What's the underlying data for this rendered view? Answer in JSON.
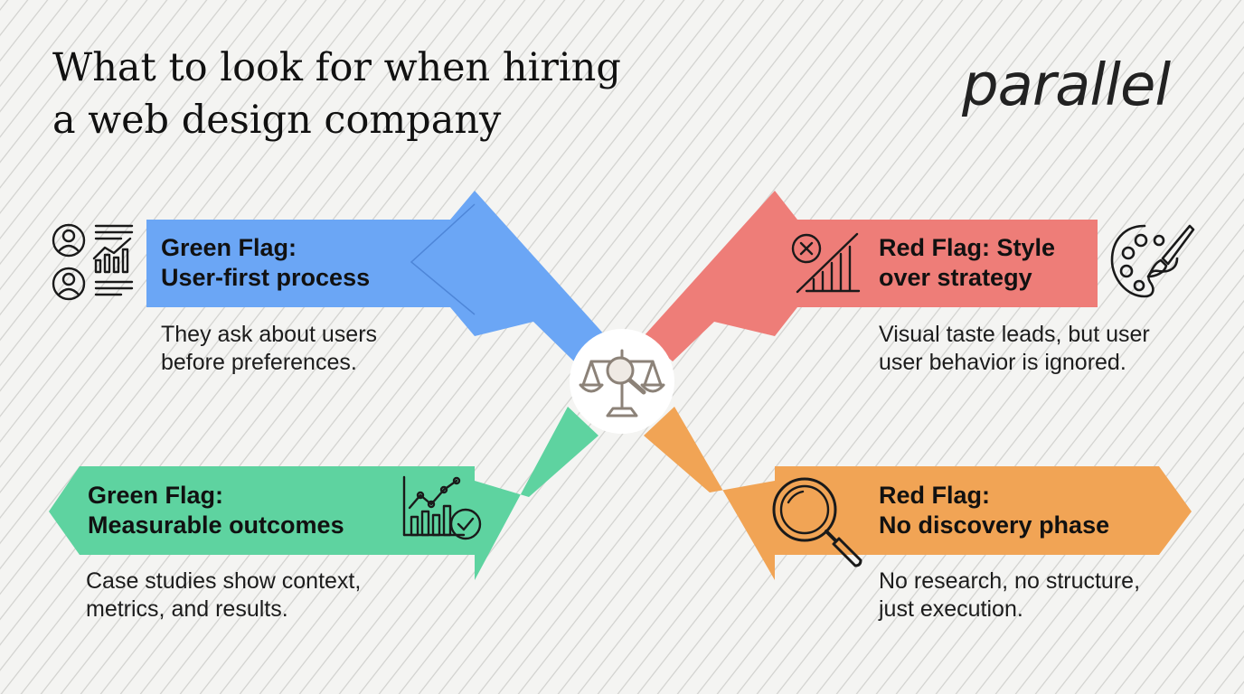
{
  "title": {
    "line1": "What to look for when hiring",
    "line2": "a web design company"
  },
  "brand": {
    "logo_text": "parallel"
  },
  "flags": {
    "user_first": {
      "label_line1": "Green Flag:",
      "label_line2": "User-first process",
      "desc_line1": "They ask about users",
      "desc_line2": "before preferences.",
      "color": "#6ba6f5",
      "icon": "users-analytics-icon"
    },
    "style_over_strategy": {
      "label_line1": "Red Flag: Style",
      "label_line2": "over strategy",
      "desc_line1": "Visual taste leads, but user",
      "desc_line2": "user behavior is ignored.",
      "color": "#ee7d78",
      "icon": "chart-x-icon"
    },
    "measurable_outcomes": {
      "label_line1": "Green Flag:",
      "label_line2": "Measurable outcomes",
      "desc_line1": "Case studies show context,",
      "desc_line2": "metrics, and results.",
      "color": "#5ed3a0",
      "icon": "chart-check-icon"
    },
    "no_discovery": {
      "label_line1": "Red Flag:",
      "label_line2": "No discovery phase",
      "desc_line1": "No research, no structure,",
      "desc_line2": "just execution.",
      "color": "#f1a455",
      "icon": "magnifier-icon"
    }
  },
  "center": {
    "icon": "scale-magnifier-icon"
  },
  "palette_icon": "palette-brush-icon"
}
